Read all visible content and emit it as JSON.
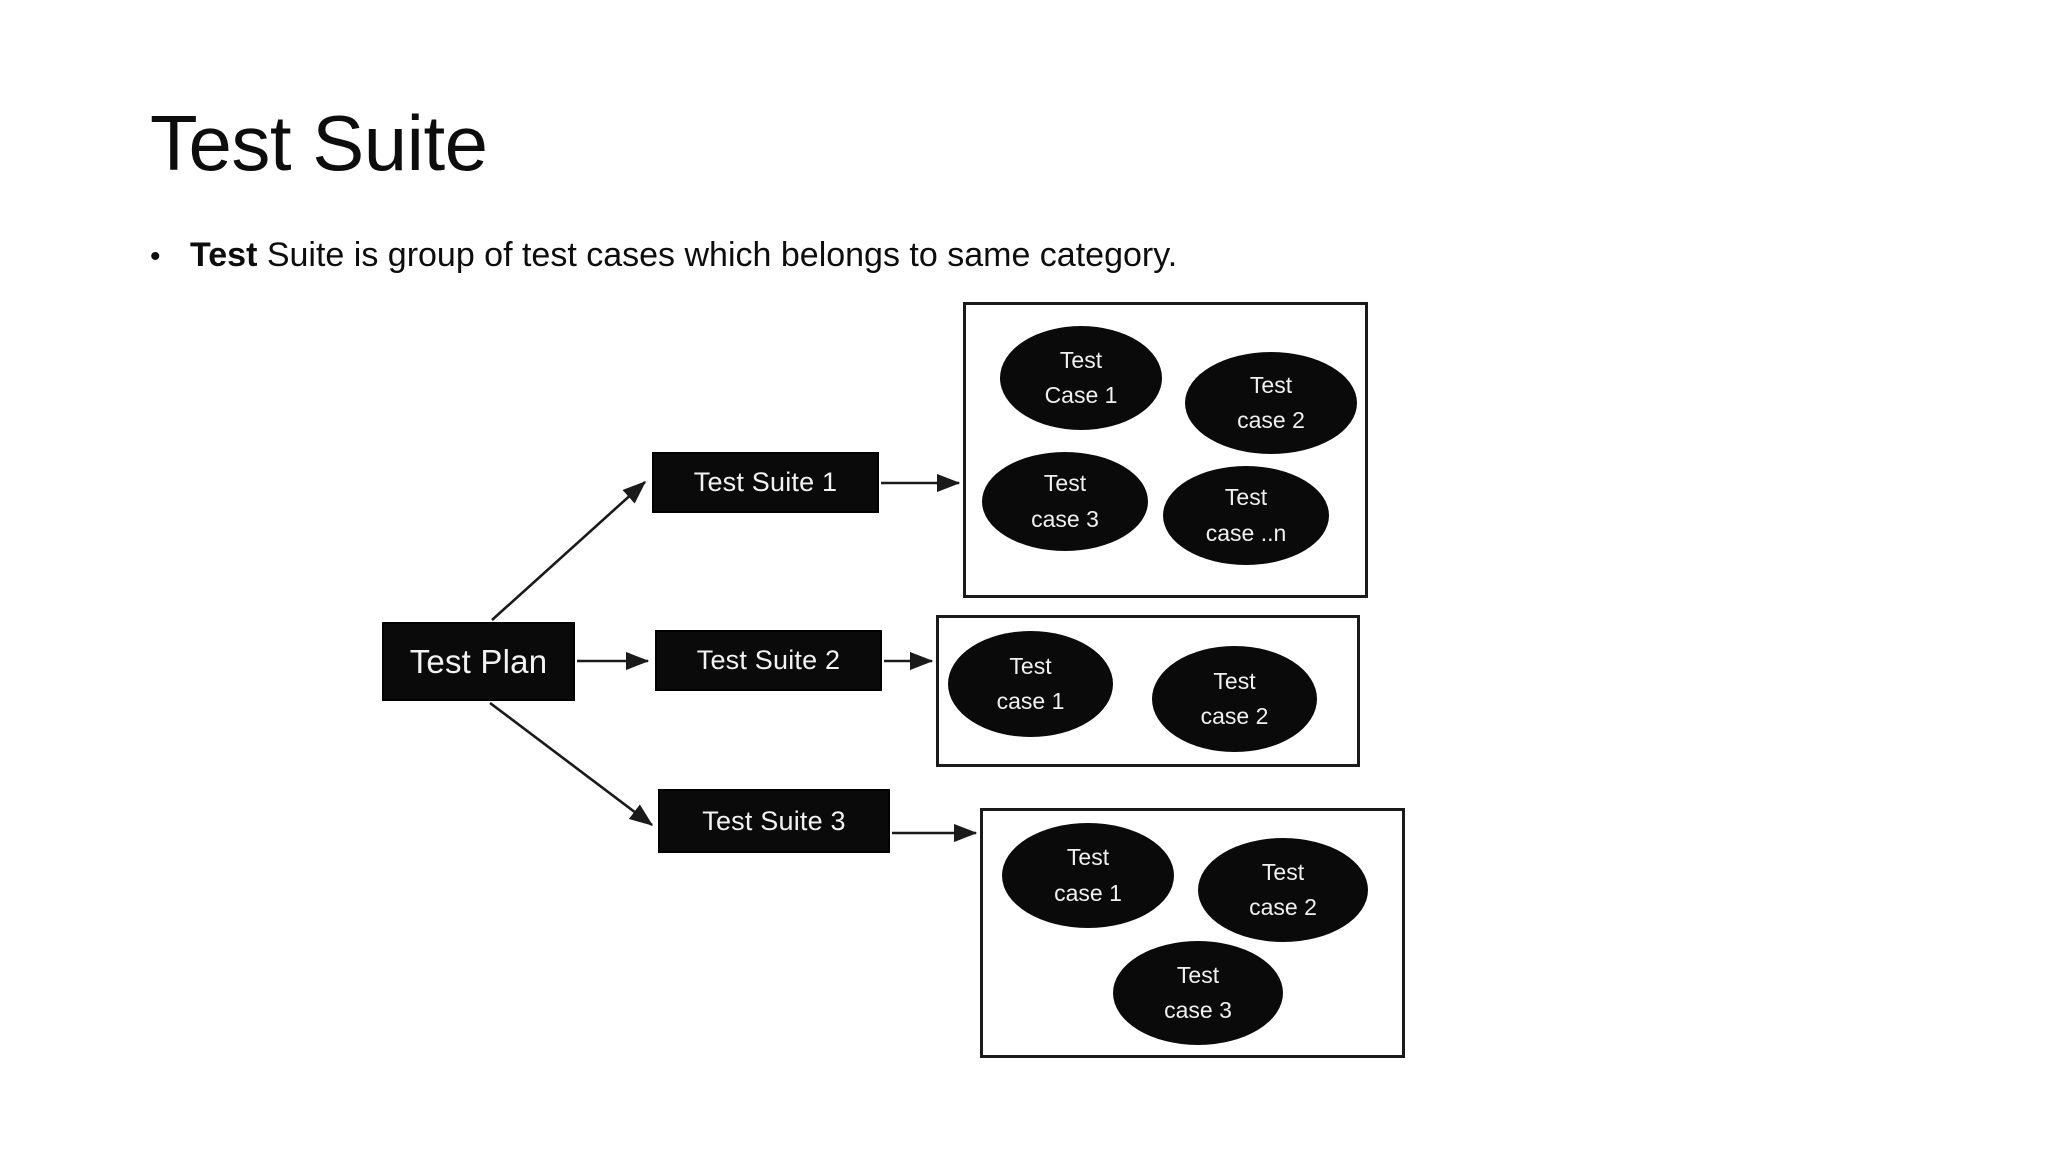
{
  "slide": {
    "title": "Test Suite",
    "bullet_marker": "•",
    "bullet": {
      "bold_part": "Test",
      "rest": " Suite is group of  test cases which belongs to same category."
    }
  },
  "diagram": {
    "root": {
      "label": "Test Plan"
    },
    "suites": [
      {
        "label": "Test Suite 1"
      },
      {
        "label": "Test Suite 2"
      },
      {
        "label": "Test Suite 3"
      }
    ],
    "groups": [
      {
        "cases": [
          {
            "line1": "Test",
            "line2": "Case 1"
          },
          {
            "line1": "Test",
            "line2": "case 2"
          },
          {
            "line1": "Test",
            "line2": "case 3"
          },
          {
            "line1": "Test",
            "line2": "case ..n"
          }
        ]
      },
      {
        "cases": [
          {
            "line1": "Test",
            "line2": "case 1"
          },
          {
            "line1": "Test",
            "line2": "case 2"
          }
        ]
      },
      {
        "cases": [
          {
            "line1": "Test",
            "line2": "case 1"
          },
          {
            "line1": "Test",
            "line2": "case 2"
          },
          {
            "line1": "Test",
            "line2": "case 3"
          }
        ]
      }
    ],
    "colors": {
      "node_fill": "#0a0a0a",
      "node_text": "#f2f2f2",
      "group_border": "#1a1a1a",
      "connector": "#1a1a1a",
      "background": "#ffffff"
    }
  }
}
